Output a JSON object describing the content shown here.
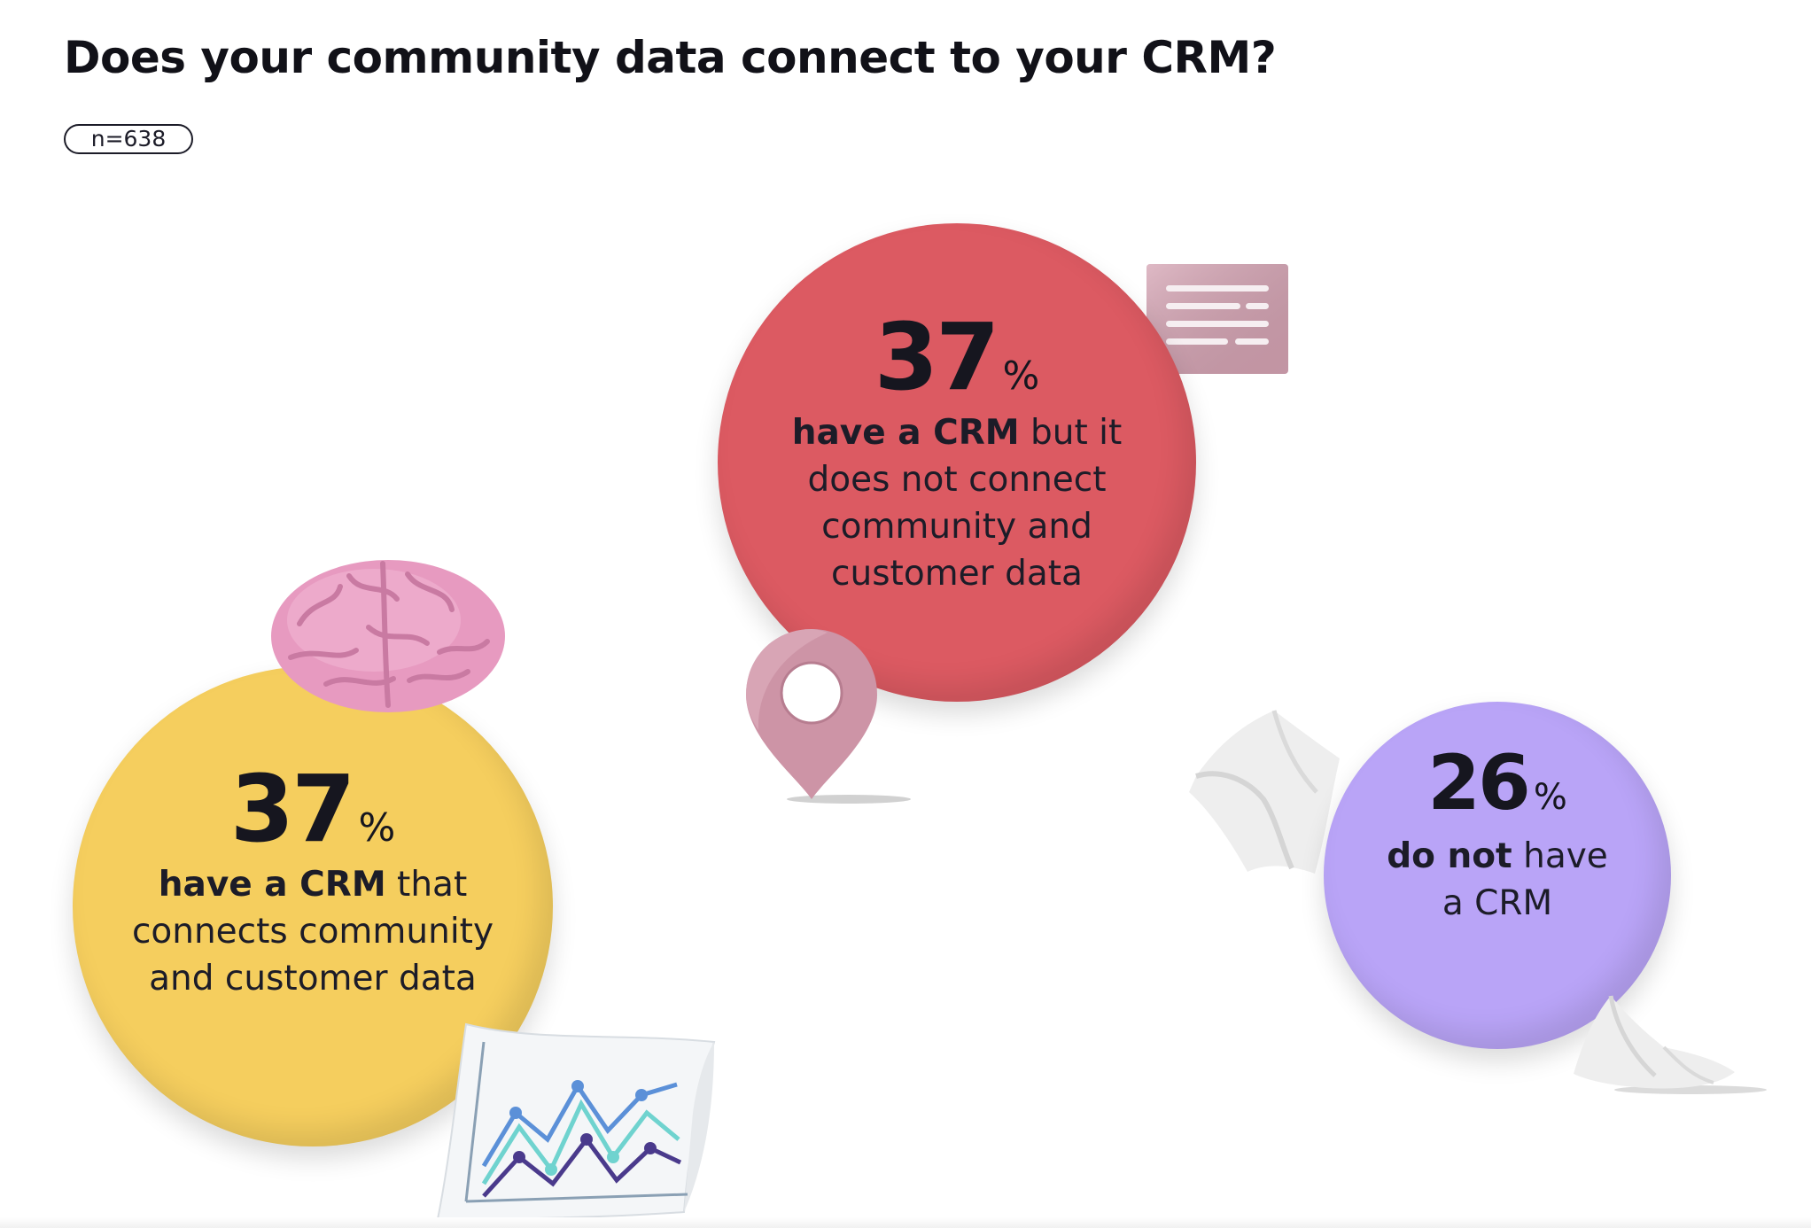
{
  "title": "Does your community data connect to your CRM?",
  "sample": "n=638",
  "chart_data": {
    "type": "bubble",
    "title": "Does your community data connect to your CRM?",
    "sample_size": "n=638",
    "unit": "%",
    "items": [
      {
        "value": 37,
        "value_label": "37",
        "bold": "have a CRM",
        "rest_line1": " that",
        "line2": "connects community",
        "line3": "and customer data",
        "line4": "",
        "color": "#f5ce5e"
      },
      {
        "value": 37,
        "value_label": "37",
        "bold": "have a CRM",
        "rest_line1": " but it",
        "line2": "does not connect",
        "line3": "community and",
        "line4": "customer data",
        "color": "#dc5a62"
      },
      {
        "value": 26,
        "value_label": "26",
        "bold": "do not",
        "rest_line1": " have",
        "line2": "a CRM",
        "line3": "",
        "line4": "",
        "color": "#b9a4f7"
      }
    ]
  },
  "icons": [
    "brain-icon",
    "line-chart-paper-icon",
    "location-pin-icon",
    "text-card-icon",
    "cloth-icon",
    "cloth-icon"
  ],
  "colors": {
    "card": "#d4a2b2",
    "pin": "#cd94a6",
    "cloth": "#eeeeee"
  }
}
